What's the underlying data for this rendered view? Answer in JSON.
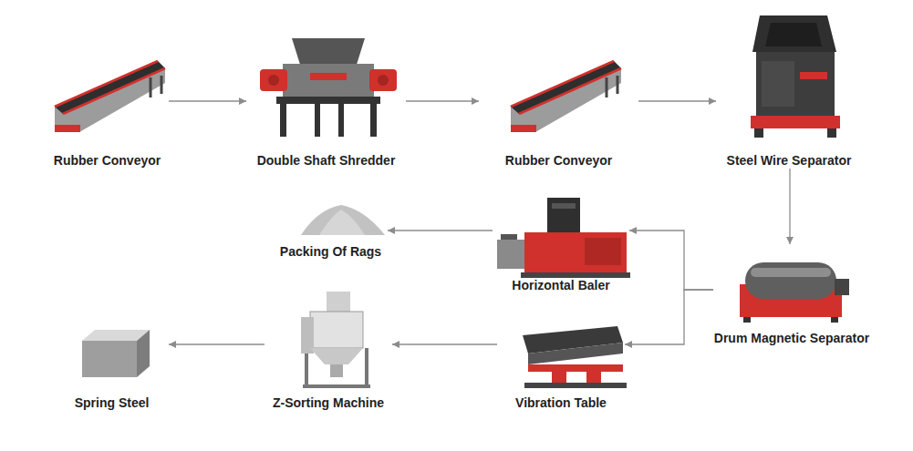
{
  "diagram": {
    "nodes": [
      {
        "text": [
          "Rubber Conveyor"
        ]
      },
      {
        "text": [
          "Double Shaft Shredder"
        ]
      },
      {
        "text": [
          "Rubber Conveyor"
        ]
      },
      {
        "text": [
          "Steel Wire Separator"
        ]
      },
      {
        "text": [
          "Packing Of Rags"
        ]
      },
      {
        "text": [
          "Horizontal Baler"
        ]
      },
      {
        "text": [
          "Drum Magnetic Separator"
        ]
      },
      {
        "text": [
          "Spring Steel"
        ]
      },
      {
        "text": [
          "Z-Sorting Machine"
        ]
      },
      {
        "text": [
          "Vibration Table"
        ]
      }
    ],
    "edges": [
      {
        "from": 0,
        "to": 1,
        "arrow": "to"
      },
      {
        "from": 1,
        "to": 2,
        "arrow": "to"
      },
      {
        "from": 2,
        "to": 3,
        "arrow": "to"
      },
      {
        "from": 3,
        "to": 6,
        "arrow": "to"
      },
      {
        "from": 6,
        "to": 5,
        "arrow": "to"
      },
      {
        "from": 6,
        "to": 9,
        "arrow": "to"
      },
      {
        "from": 5,
        "to": 4,
        "arrow": "to"
      },
      {
        "from": 9,
        "to": 8,
        "arrow": "to"
      },
      {
        "from": 8,
        "to": 7,
        "arrow": "to"
      }
    ]
  }
}
